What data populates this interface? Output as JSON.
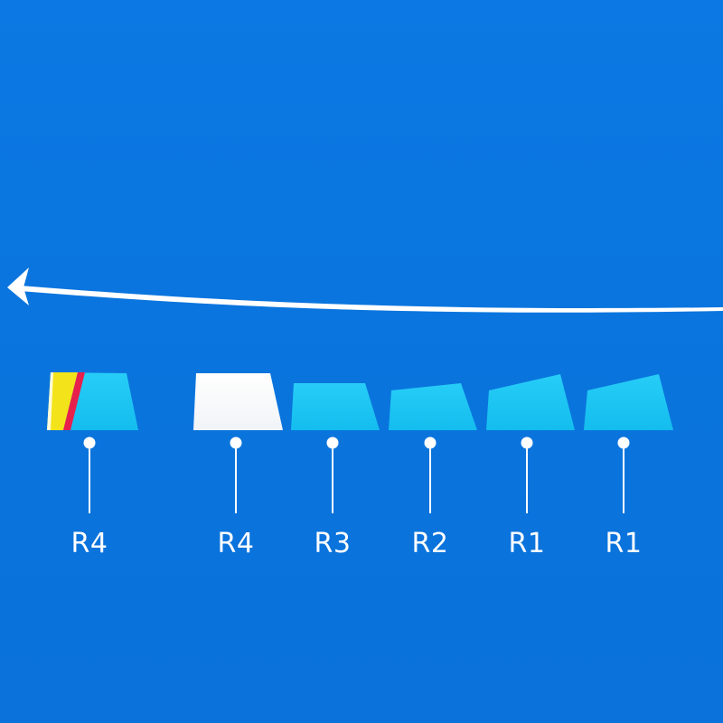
{
  "colors": {
    "background": "#0a76e0",
    "arrow": "#ffffff",
    "keycap_cyan": "#1ec4f2",
    "keycap_white": "#ffffff",
    "accent_yellow": "#f3e31a",
    "accent_red": "#e8204c",
    "connector": "#ffffff"
  },
  "direction_arrow": {
    "icon": "arrow-left-icon"
  },
  "keycaps": [
    {
      "label": "R4",
      "style": "multicolor"
    },
    {
      "label": "R4",
      "style": "white"
    },
    {
      "label": "R3",
      "style": "cyan"
    },
    {
      "label": "R2",
      "style": "cyan"
    },
    {
      "label": "R1",
      "style": "cyan"
    },
    {
      "label": "R1",
      "style": "cyan"
    }
  ]
}
